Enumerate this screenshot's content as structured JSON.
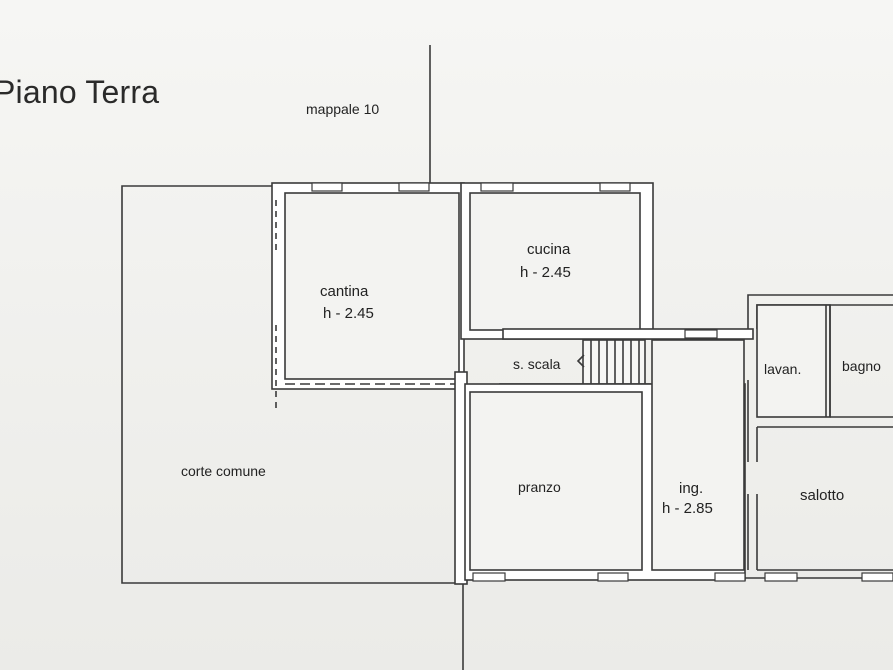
{
  "title": "Piano Terra",
  "neighbor_label": "mappale 10",
  "rooms": {
    "cantina": {
      "name": "cantina",
      "height": "h - 2.45"
    },
    "cucina": {
      "name": "cucina",
      "height": "h - 2.45"
    },
    "scala": {
      "name": "s. scala"
    },
    "lavanderia": {
      "name": "lavan."
    },
    "bagno": {
      "name": "bagno"
    },
    "corte": {
      "name": "corte comune"
    },
    "pranzo": {
      "name": "pranzo"
    },
    "ingresso": {
      "name": "ing.",
      "height": "h - 2.85"
    },
    "salotto": {
      "name": "salotto"
    }
  },
  "colors": {
    "line": "#3a3a3a",
    "wall_fill": "#ffffff",
    "paper": "#f3f3f1"
  }
}
